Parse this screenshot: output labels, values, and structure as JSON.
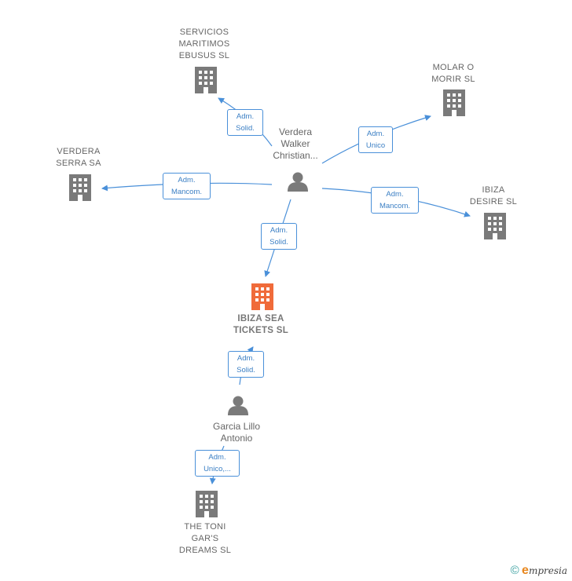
{
  "colors": {
    "company": "#7a7a7a",
    "company_main": "#f06b3a",
    "person": "#7a7a7a",
    "edge": "#4a90d9",
    "edge_text": "#3b7fc4",
    "label": "#666666"
  },
  "nodes": {
    "servicios": {
      "label": "SERVICIOS\nMARITIMOS\nEBUSUS  SL",
      "icon": "building-icon"
    },
    "molar": {
      "label": "MOLAR O\nMORIR  SL",
      "icon": "building-icon"
    },
    "verdera_serra": {
      "label": "VERDERA\nSERRA SA",
      "icon": "building-icon"
    },
    "ibiza_desire": {
      "label": "IBIZA\nDESIRE  SL",
      "icon": "building-icon"
    },
    "ibiza_sea": {
      "label": "IBIZA SEA\nTICKETS  SL",
      "icon": "building-icon"
    },
    "toni_gars": {
      "label": "THE TONI\nGAR'S\nDREAMS  SL",
      "icon": "building-icon"
    },
    "verdera_walker": {
      "label": "Verdera\nWalker\nChristian...",
      "icon": "person-icon"
    },
    "garcia_lillo": {
      "label": "Garcia Lillo\nAntonio",
      "icon": "person-icon"
    }
  },
  "edges": {
    "e_servicios": {
      "label": "Adm.\nSolid."
    },
    "e_molar": {
      "label": "Adm.\nUnico"
    },
    "e_verdera_serra": {
      "label": "Adm.\nMancom."
    },
    "e_ibiza_desire": {
      "label": "Adm.\nMancom."
    },
    "e_ibiza_sea_1": {
      "label": "Adm.\nSolid."
    },
    "e_ibiza_sea_2": {
      "label": "Adm.\nSolid."
    },
    "e_toni_gars": {
      "label": "Adm.\nUnico,..."
    }
  },
  "footer": {
    "copyright": "©",
    "brand_initial": "e",
    "brand_rest": "mpresia"
  }
}
